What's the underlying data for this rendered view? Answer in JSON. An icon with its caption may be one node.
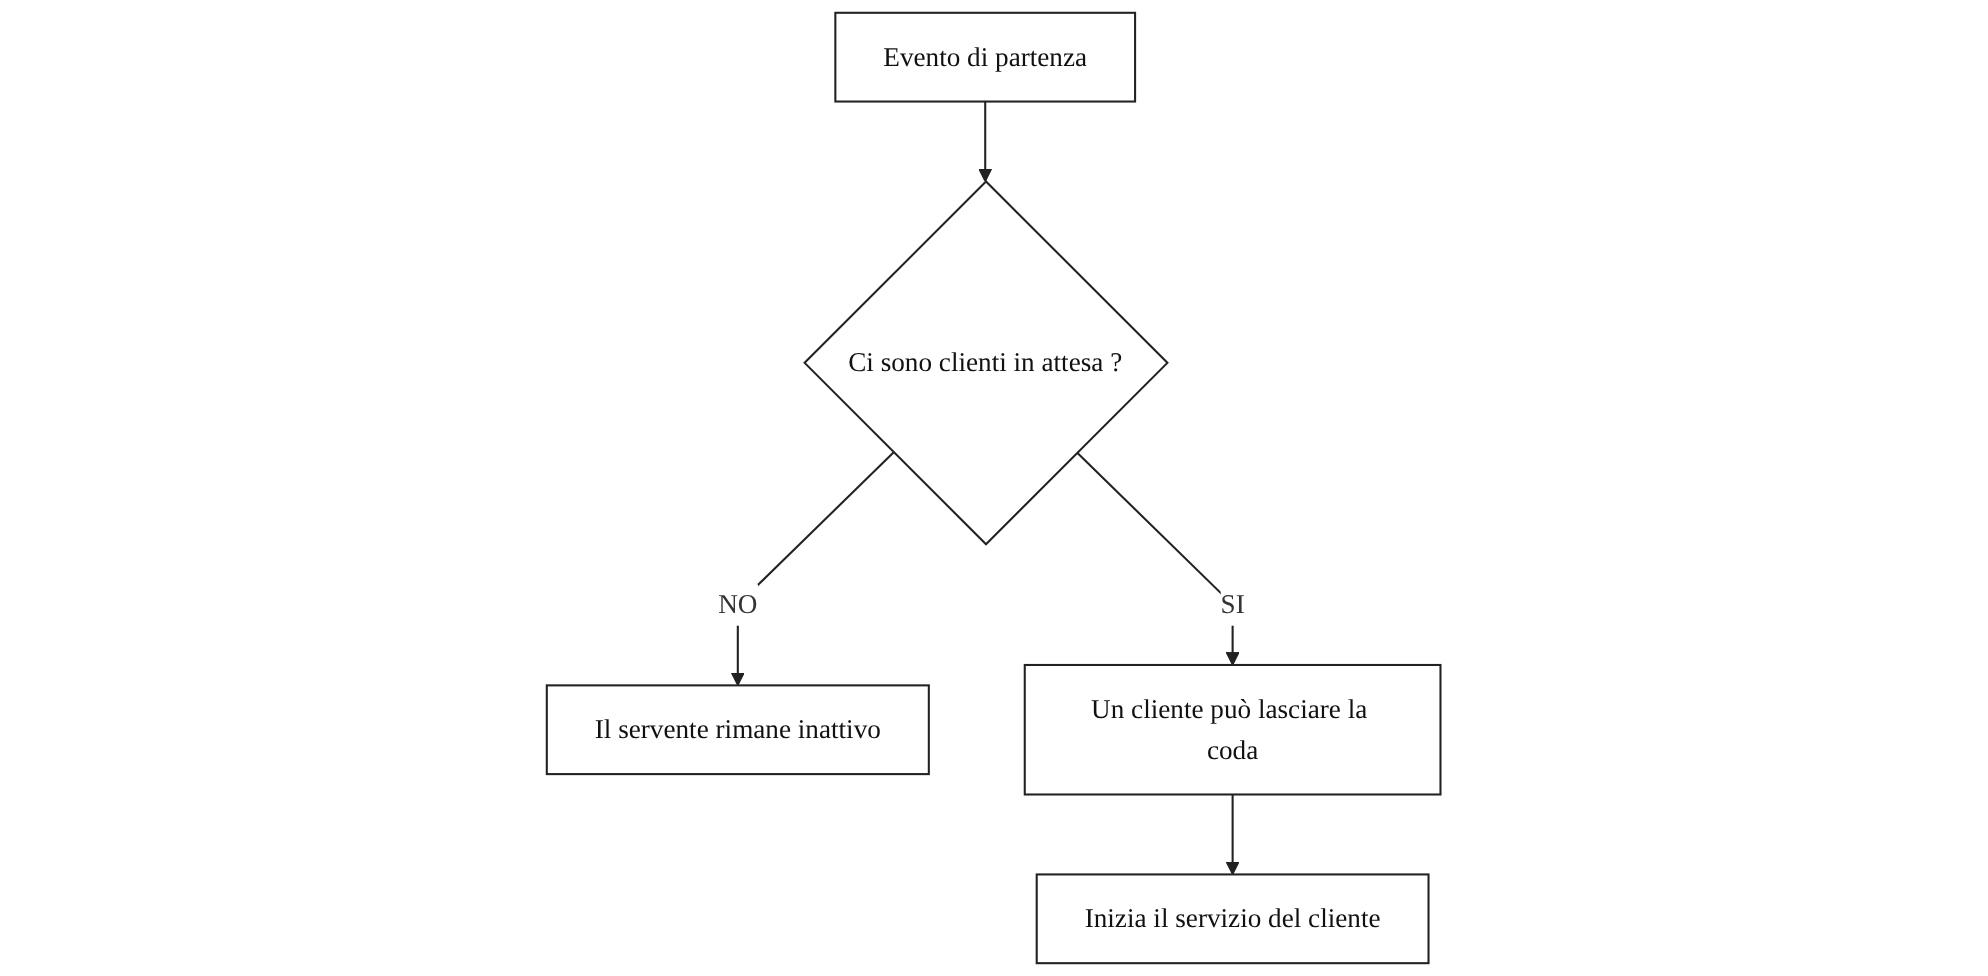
{
  "diagram": {
    "nodes": [
      {
        "text": [
          "Evento di partenza"
        ]
      },
      {
        "text": [
          "Ci sono clienti in attesa ?"
        ]
      },
      {
        "text": [
          "Il servente rimane inattivo"
        ]
      },
      {
        "text": [
          "Un cliente può lasciare la coda"
        ]
      },
      {
        "text": [
          "Inizia il servizio del cliente"
        ]
      }
    ],
    "edges": [
      {
        "from": 0,
        "to": 1,
        "arrow": "to"
      },
      {
        "from": 1,
        "to": 2,
        "label": "NO",
        "arrow": "to"
      },
      {
        "from": 1,
        "to": 3,
        "label": "SI",
        "arrow": "to"
      },
      {
        "from": 3,
        "to": 4,
        "arrow": "to"
      }
    ]
  }
}
